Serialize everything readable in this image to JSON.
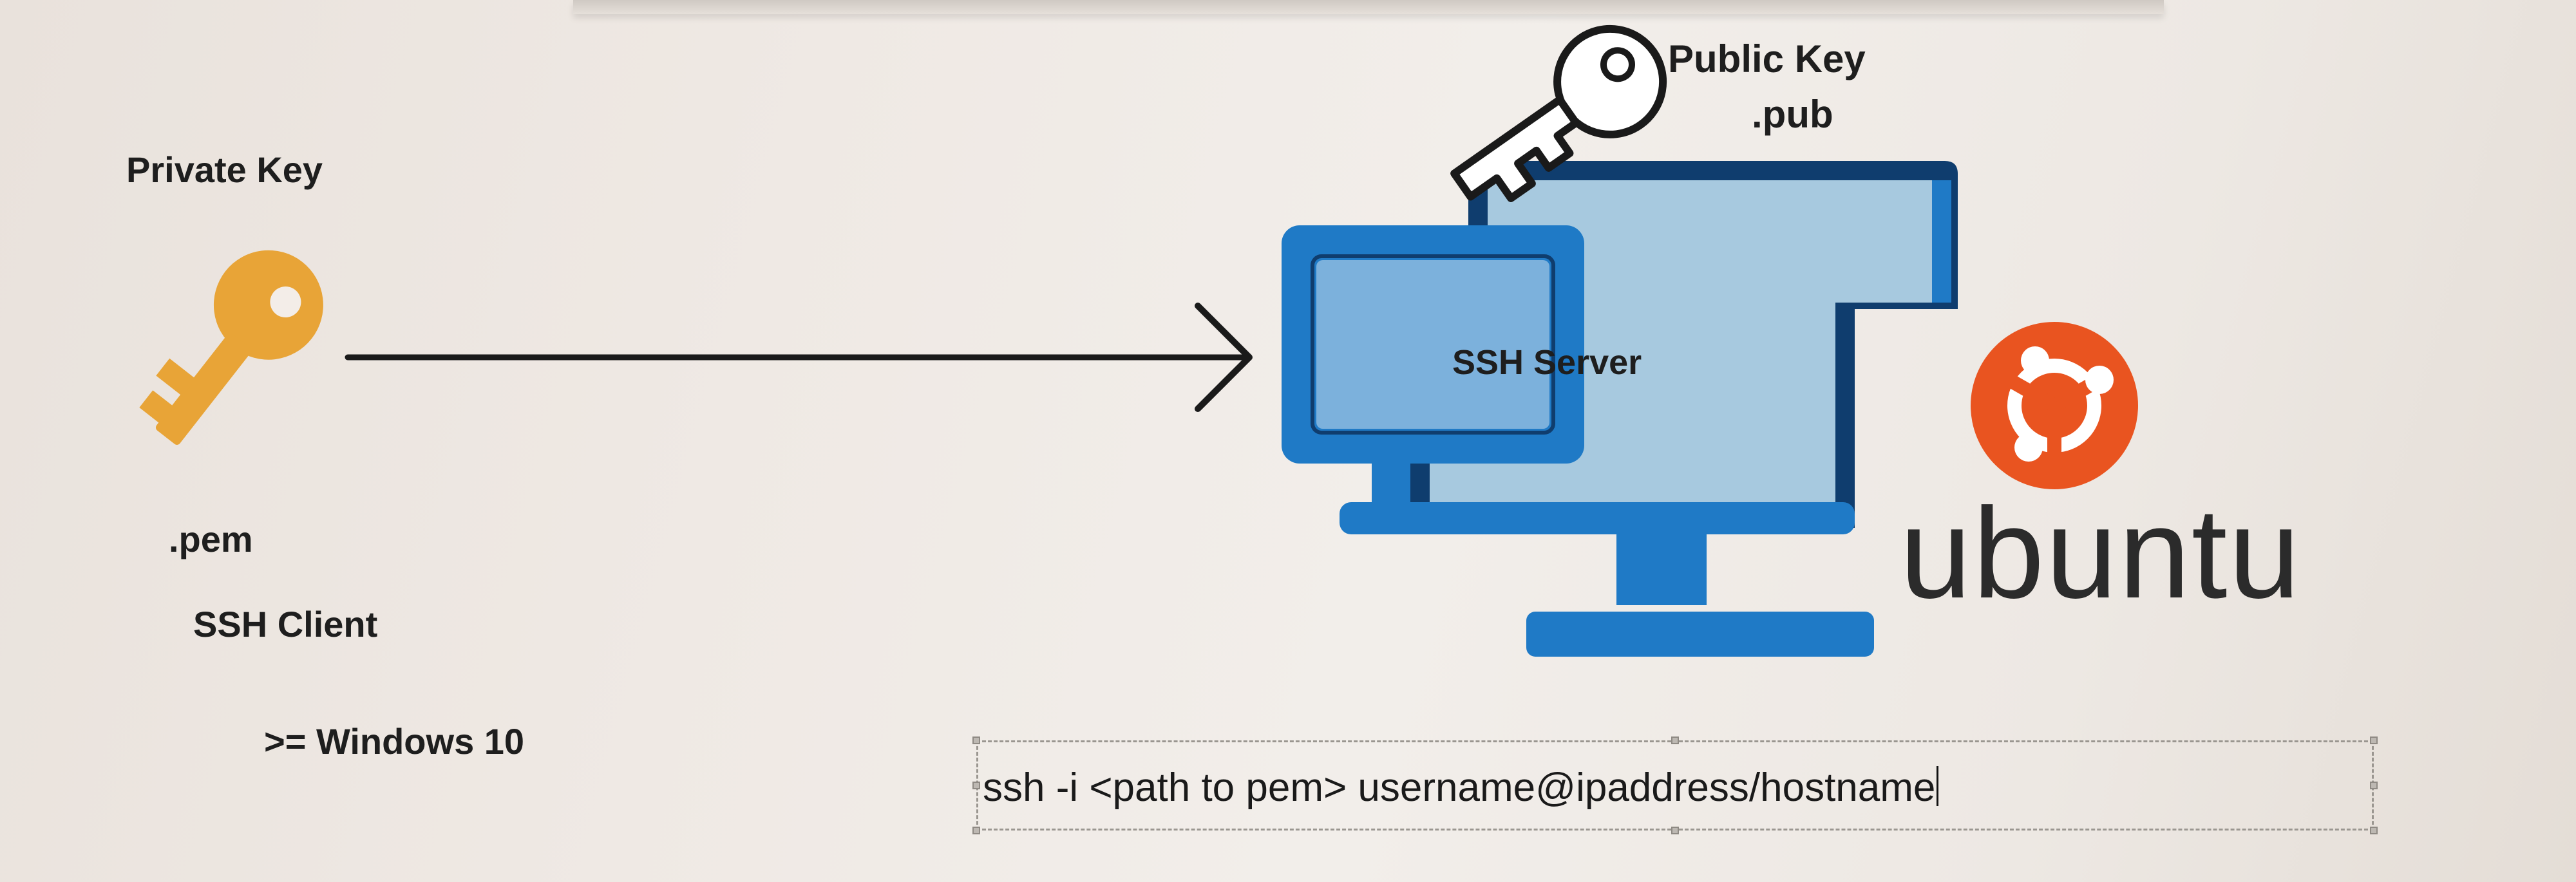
{
  "client": {
    "private_key_label": "Private Key",
    "pem_label": ".pem",
    "client_label": "SSH Client",
    "os_label": ">= Windows 10"
  },
  "server": {
    "public_key_label": "Public Key",
    "pub_label": ".pub",
    "server_label": "SSH Server",
    "os_brand": "ubuntu"
  },
  "command": {
    "text": "ssh -i <path to pem> username@ipaddress/hostname"
  },
  "colors": {
    "private_key": "#e8a437",
    "monitor_blue": "#1f7ac6",
    "monitor_screen": "#a7c9df",
    "monitor_dark": "#0f3d6e",
    "ubuntu_orange": "#e95420",
    "arrow": "#1a1a1a"
  },
  "icons": {
    "private_key": "key-icon",
    "public_key": "key-outline-icon",
    "server": "monitor-icon",
    "ubuntu": "ubuntu-logo-icon",
    "connection": "arrow-right-icon"
  }
}
